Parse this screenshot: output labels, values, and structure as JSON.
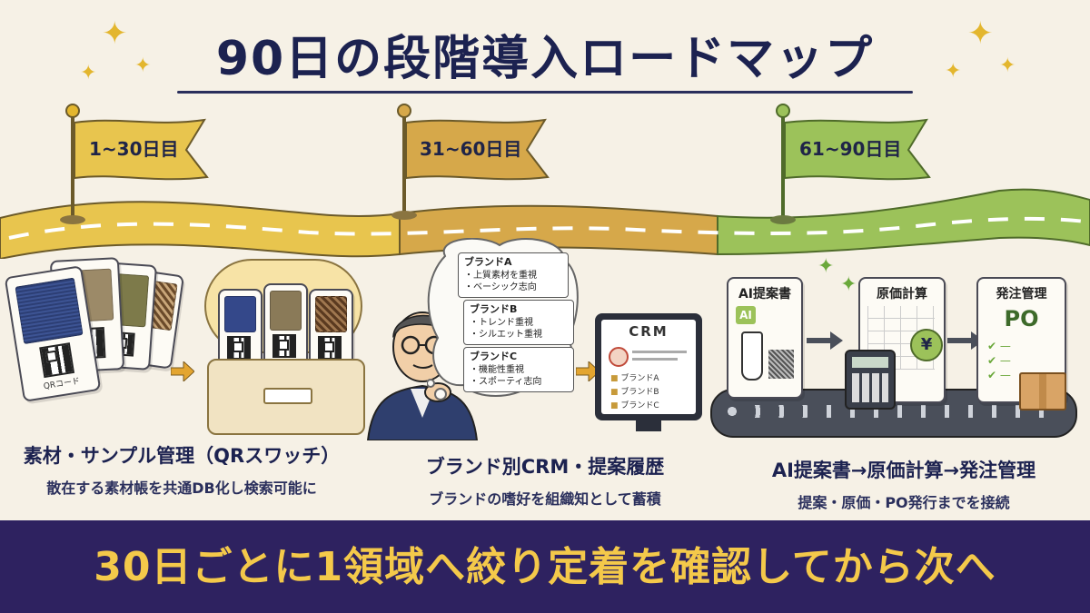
{
  "title": "90日の段階導入ロードマップ",
  "phases": [
    {
      "label": "1~30日目",
      "color": "#e8c54e"
    },
    {
      "label": "31~60日目",
      "color": "#d6a84a"
    },
    {
      "label": "61~90日目",
      "color": "#9cc25a"
    }
  ],
  "panel1": {
    "title": "素材・サンプル管理（QRスワッチ）",
    "subtitle": "散在する素材帳を共通DB化し検索可能に",
    "qr_label": "QRコード"
  },
  "panel2": {
    "title": "ブランド別CRM・提案履歴",
    "subtitle": "ブランドの嗜好を組織知として蓄積",
    "bubble": [
      {
        "name": "ブランドA",
        "lines": [
          "・上質素材を重視",
          "・ベーシック志向"
        ]
      },
      {
        "name": "ブランドB",
        "lines": [
          "・トレンド重視",
          "・シルエット重視"
        ]
      },
      {
        "name": "ブランドC",
        "lines": [
          "・機能性重視",
          "・スポーティ志向"
        ]
      }
    ],
    "crm_label": "CRM",
    "crm_items": [
      "ブランドA",
      "ブランドB",
      "ブランドC"
    ]
  },
  "panel3": {
    "title": "AI提案書→原価計算→発注管理",
    "subtitle": "提案・原価・PO発行までを接続",
    "doc1": "AI提案書",
    "doc1_badge": "AI",
    "doc2": "原価計算",
    "doc2_symbol": "¥",
    "doc3": "発注管理",
    "doc3_big": "PO"
  },
  "banner": "30日ごとに1領域へ絞り定着を確認してから次へ",
  "colors": {
    "navy": "#2e2260",
    "gold": "#f4c94a"
  }
}
